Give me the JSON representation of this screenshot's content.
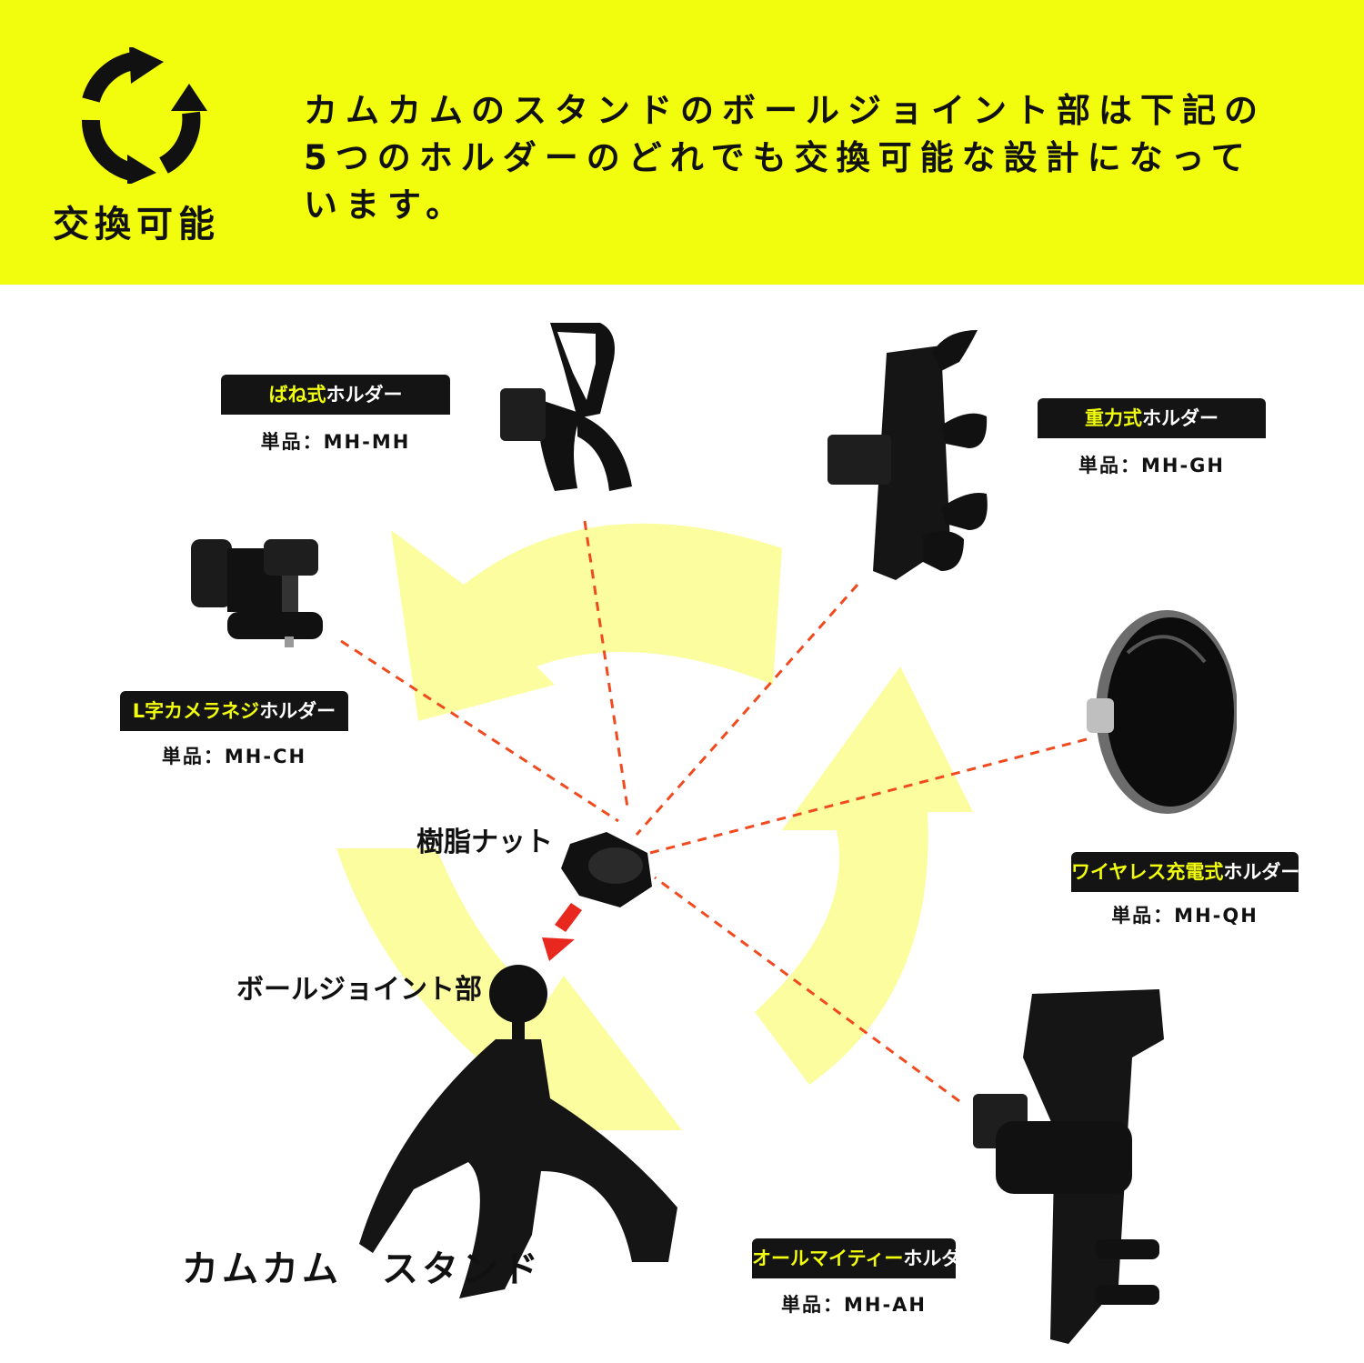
{
  "banner": {
    "icon_name": "recycle-swap-icon",
    "badge_label": "交換可能",
    "headline_lines": [
      "カムカムのスタンドのボールジョイント部は下記の",
      "5つのホルダーのどれでも交換可能な設計になって",
      "います。"
    ],
    "background_color": "#f1fd0c"
  },
  "holders": {
    "spring": {
      "name_highlight": "ばね式",
      "name_suffix": "ホルダー",
      "sku": "単品：MH-MH"
    },
    "gravity": {
      "name_highlight": "重力式",
      "name_suffix": "ホルダー",
      "sku": "単品：MH-GH"
    },
    "camera": {
      "name_highlight": "L字カメラネジ",
      "name_suffix": "ホルダー",
      "sku": "単品：MH-CH"
    },
    "wireless": {
      "name_highlight": "ワイヤレス充電式",
      "name_suffix": "ホルダー",
      "sku": "単品：MH-QH"
    },
    "almighty": {
      "name_highlight": "オールマイティー",
      "name_suffix": "ホルダー",
      "sku": "単品：MH-AH"
    }
  },
  "parts": {
    "nut_label": "樹脂ナット",
    "ball_joint_label": "ボールジョイント部",
    "stand_label": "カムカム　スタンド"
  },
  "colors": {
    "accent": "#f1fd0c",
    "tag_bg": "#141414",
    "dash_line": "#f04a1e",
    "arrow_red": "#e8281e",
    "swirl": "#fbfd9e"
  }
}
